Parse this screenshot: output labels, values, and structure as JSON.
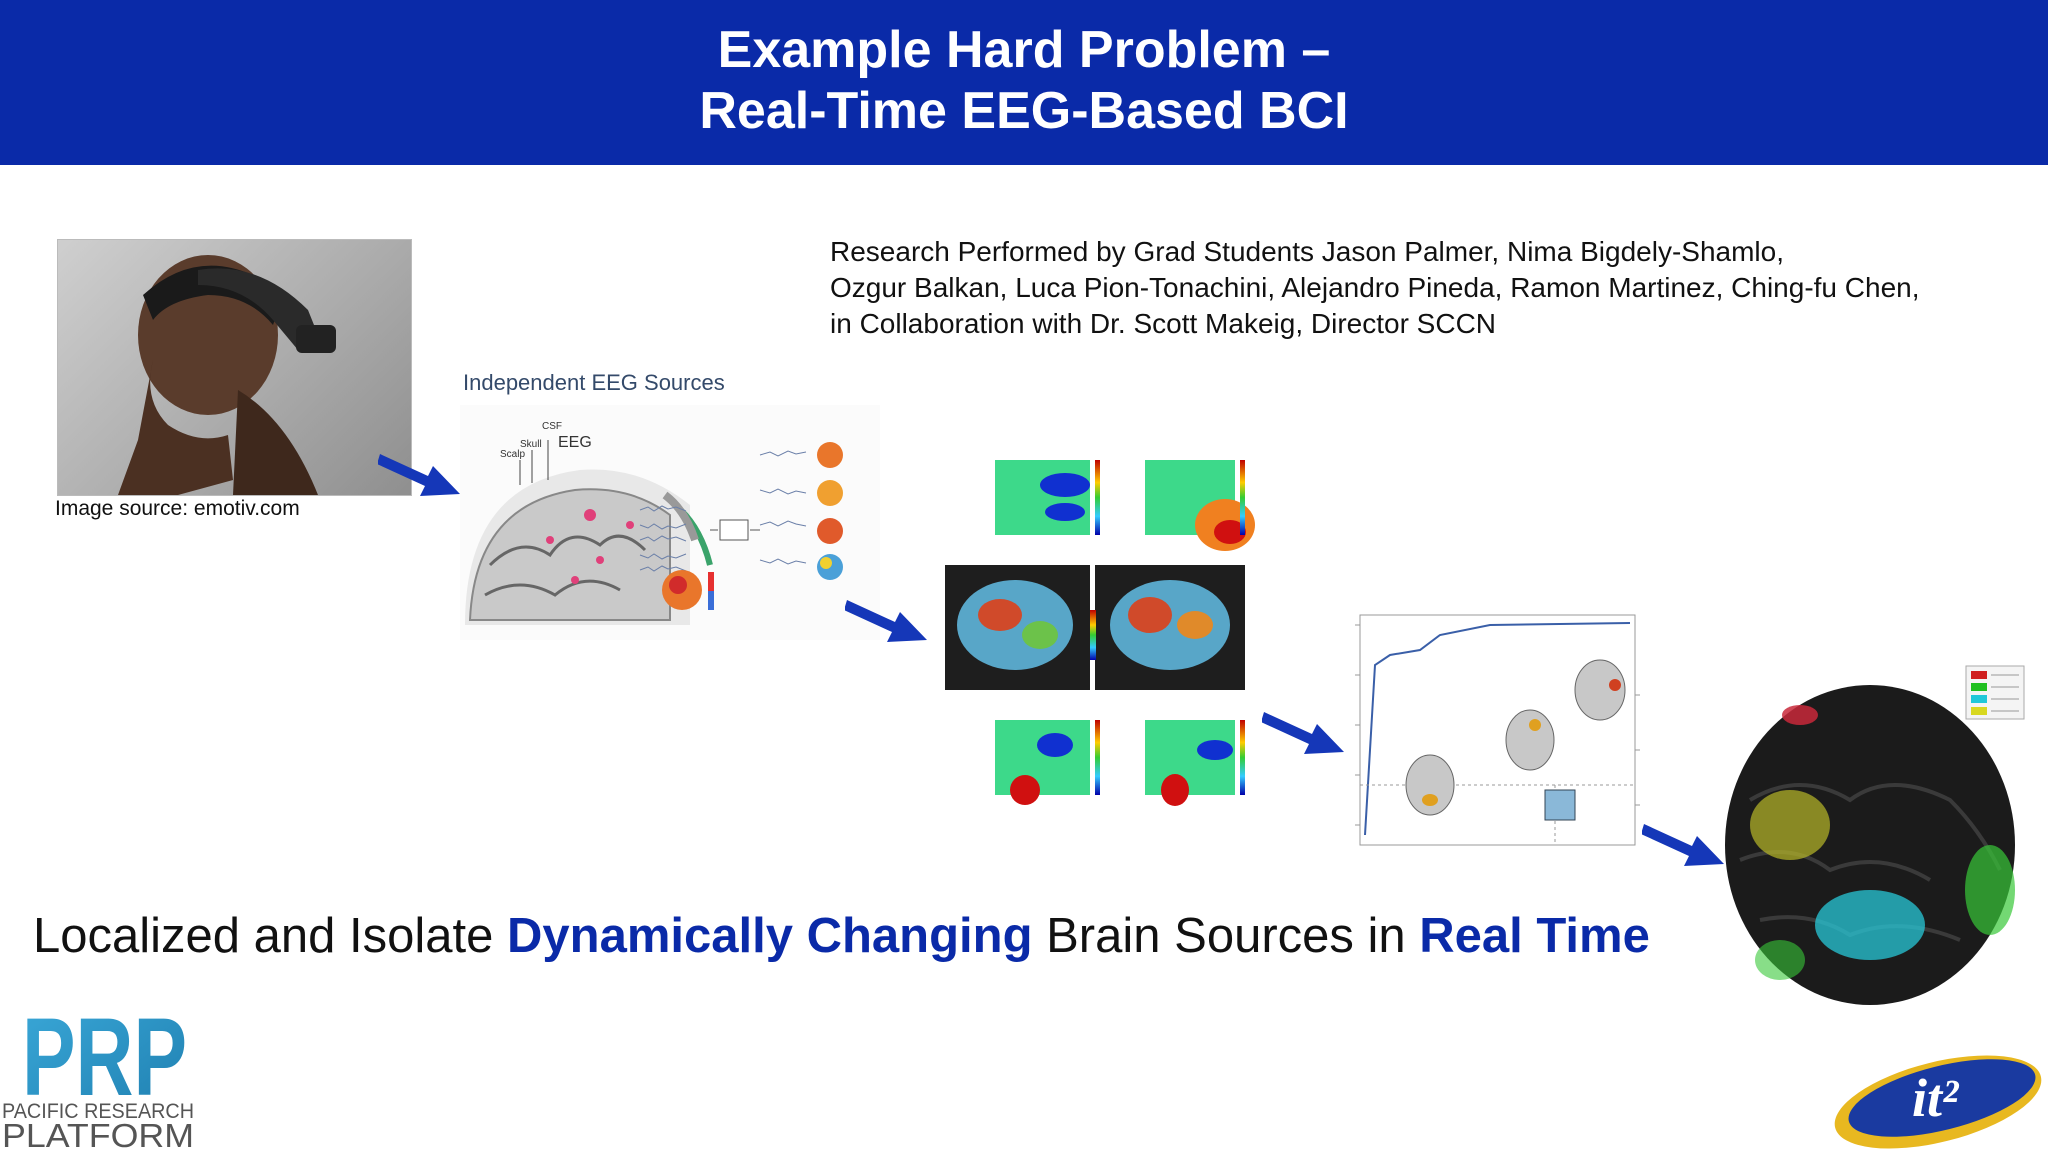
{
  "header": {
    "title_line1": "Example Hard Problem –",
    "title_line2": "Real-Time EEG-Based BCI"
  },
  "credits": {
    "line1": "Research Performed by Grad Students Jason Palmer, Nima Bigdely-Shamlo,",
    "line2": "Ozgur Balkan, Luca Pion-Tonachini, Alejandro Pineda, Ramon Martinez, Ching-fu Chen,",
    "line3": "in Collaboration with Dr. Scott Makeig, Director SCCN"
  },
  "photo": {
    "caption": "Image source: emotiv.com"
  },
  "eeg_figure": {
    "title": "Independent EEG Sources",
    "labels": {
      "csf": "CSF",
      "skull": "Skull",
      "scalp": "Scalp",
      "eeg": "EEG"
    }
  },
  "tagline": {
    "part1": "Localized and Isolate ",
    "highlight1": "Dynamically Changing",
    "part2": " Brain Sources in ",
    "highlight2": "Real Time"
  },
  "logos": {
    "prp_mark": "PRP",
    "prp_line1": "PACIFIC RESEARCH",
    "prp_line2": "PLATFORM",
    "it2": "it²"
  },
  "colors": {
    "header_bg": "#0a2aa8",
    "accent": "#0a2aa8",
    "arrow": "#1537b8"
  }
}
